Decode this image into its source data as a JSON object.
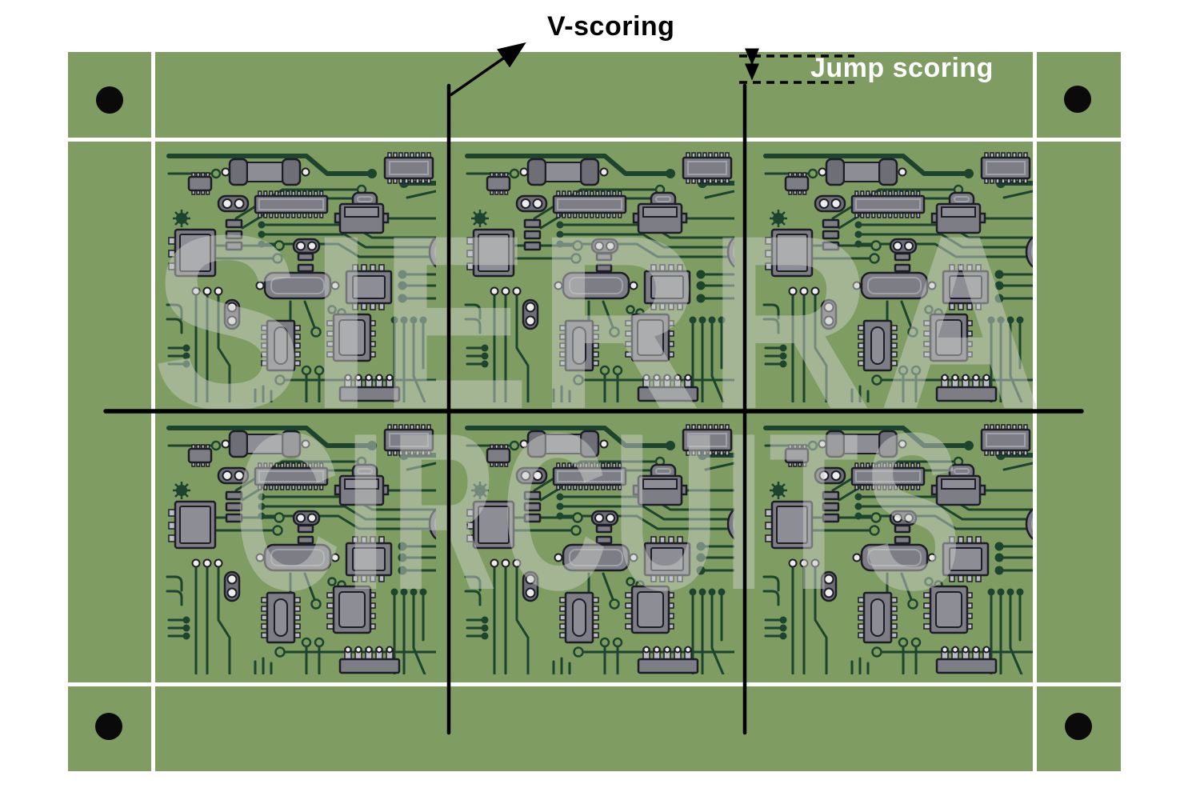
{
  "annotations": {
    "v_scoring_label": "V-scoring",
    "jump_scoring_label": "Jump scoring"
  },
  "watermark": {
    "line1": "SIERRA",
    "line2": "CIRCUITS"
  },
  "panel": {
    "board_grid": {
      "rows": 2,
      "cols": 3,
      "board_count": 6
    },
    "tooling_hole_count": 4,
    "scoring_lines": {
      "vertical": 2,
      "horizontal": 1
    }
  },
  "colors": {
    "panel-green": "#7f9d62",
    "trace": "#1c442e",
    "hole-black": "#0a0a0a",
    "score-black": "#000000",
    "comp-gray": "#7d7d85",
    "comp-gray-light": "#8d8d95",
    "comp-gray-dark": "#6e6e76",
    "comp-inner": "#9fa3a9",
    "pin-gray": "#b9bdc1",
    "pad-white": "#ececec",
    "outline-dark": "#1d1d27",
    "watermark-gray": "#c9cdc7",
    "label-black": "#000000",
    "label-white": "#ffffff"
  }
}
